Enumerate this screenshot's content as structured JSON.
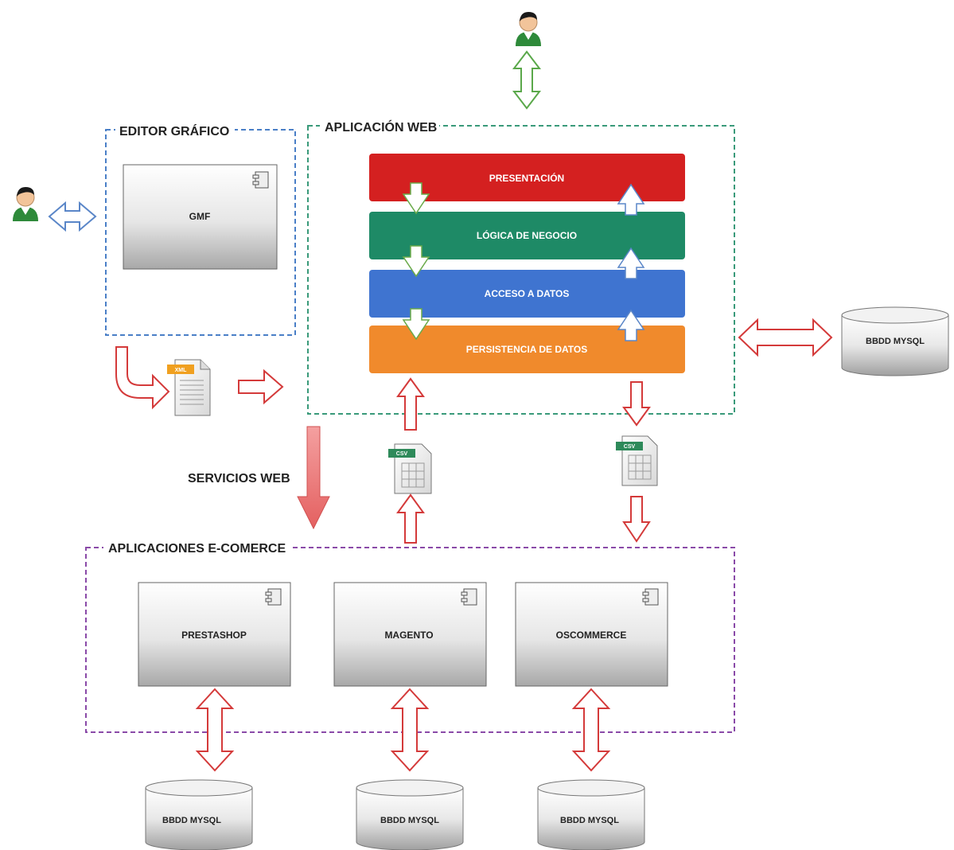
{
  "groups": {
    "editor": "EDITOR GRÁFICO",
    "web_app": "APLICACIÓN WEB",
    "ecommerce": "APLICACIONES E-COMERCE"
  },
  "components": {
    "gmf": "GMF",
    "prestashop": "PRESTASHOP",
    "magento": "MAGENTO",
    "oscommerce": "OSCOMMERCE"
  },
  "layers": [
    {
      "label": "PRESENTACIÓN",
      "color": "#d42020"
    },
    {
      "label": "LÓGICA DE NEGOCIO",
      "color": "#1e8a66"
    },
    {
      "label": "ACCESO A DATOS",
      "color": "#3f74d0"
    },
    {
      "label": "PERSISTENCIA DE DATOS",
      "color": "#f08a2c"
    }
  ],
  "databases": {
    "main": "BBDD MYSQL",
    "prestashop": "BBDD MYSQL",
    "magento": "BBDD MYSQL",
    "oscommerce": "BBDD MYSQL"
  },
  "documents": {
    "xml": "XML",
    "csv_in": "CSV",
    "csv_out": "CSV"
  },
  "services_label": "SERVICIOS WEB",
  "colors": {
    "editor_border": "#4a7fc7",
    "web_border": "#3a9a7a",
    "ecommerce_border": "#8a4aa8",
    "arrow_red": "#d43a3a",
    "arrow_blue": "#5a86c8",
    "arrow_green": "#5aa84a",
    "user_shirt": "#2e8a3a"
  },
  "icons": [
    "user-icon",
    "component-icon",
    "database-icon",
    "xml-file-icon",
    "csv-file-icon"
  ]
}
